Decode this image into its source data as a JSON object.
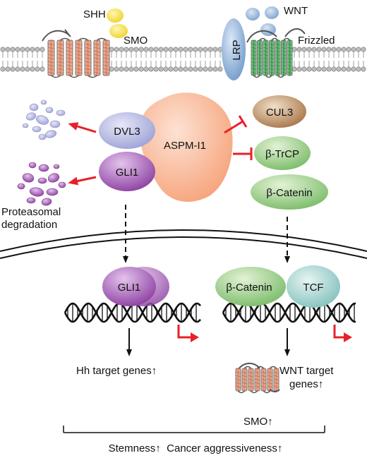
{
  "receptors": {
    "shh": "SHH",
    "smo": "SMO",
    "wnt": "WNT",
    "lrp": "LRP",
    "frizzled": "Frizzled"
  },
  "proteins": {
    "dvl3": "DVL3",
    "gli1": "GLI1",
    "aspm": "ASPM-I1",
    "cul3": "CUL3",
    "btrcp": "β-TrCP",
    "bcatenin": "β-Catenin",
    "gli1_nuc": "GLI1",
    "bcatenin_nuc": "β-Catenin",
    "tcf": "TCF"
  },
  "labels": {
    "proteasomal_1": "Proteasomal",
    "proteasomal_2": "degradation",
    "hh_targets": "Hh target genes↑",
    "wnt_targets_1": "WNT target",
    "wnt_targets_2": "genes↑",
    "smo_up": "SMO↑",
    "outcome": "Stemness↑  Cancer aggressiveness↑"
  },
  "colors": {
    "inhibit_red": "#e8202a",
    "membrane_head": "#bdbdbd",
    "smo_helix": "#e59a7c",
    "fzd_helix": "#3fae5a",
    "aspm": "#f9b48e",
    "dvl": "#aeb2de",
    "gli": "#9b55ad",
    "cul3": "#b88a5e",
    "green_protein": "#8cc77a",
    "tcf": "#9ccfcb"
  }
}
